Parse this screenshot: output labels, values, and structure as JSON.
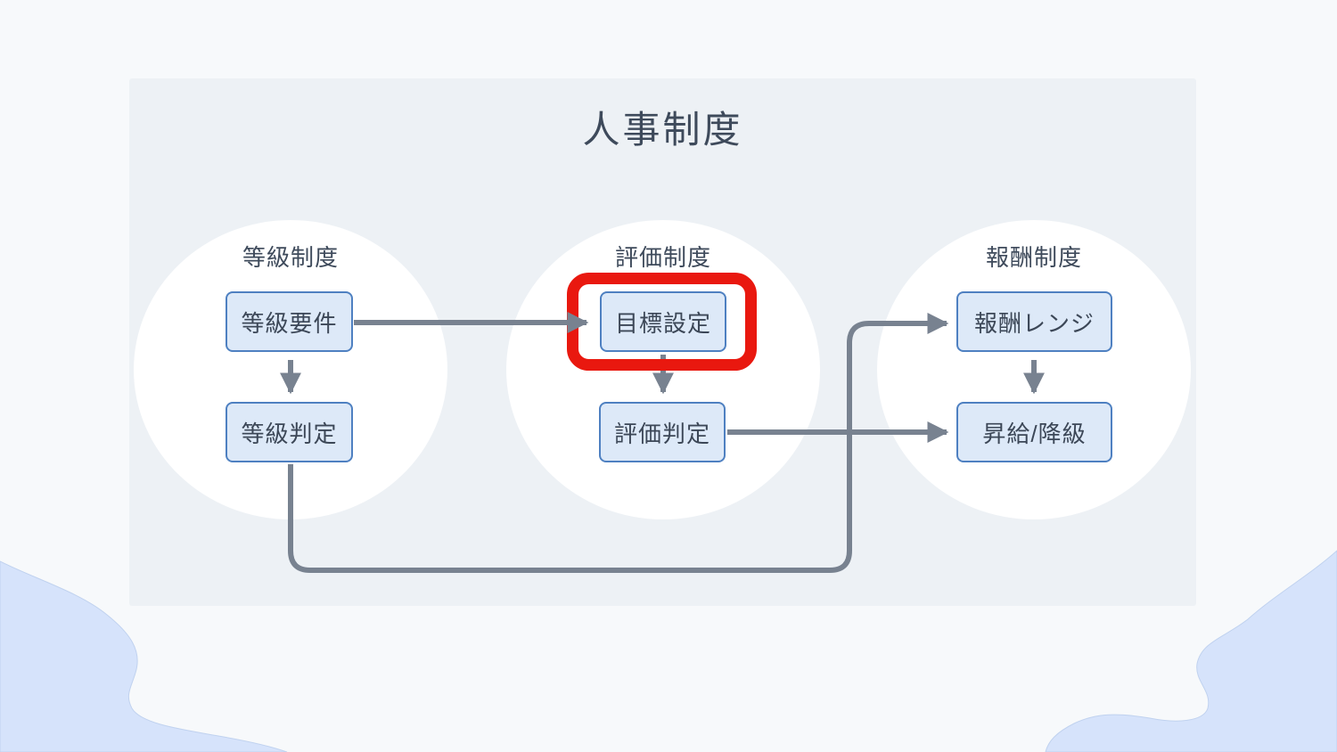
{
  "title": "人事制度",
  "sections": [
    {
      "heading": "等級制度",
      "top_box": "等級要件",
      "bottom_box": "等級判定"
    },
    {
      "heading": "評価制度",
      "top_box": "目標設定",
      "bottom_box": "評価判定"
    },
    {
      "heading": "報酬制度",
      "top_box": "報酬レンジ",
      "bottom_box": "昇給/降級"
    }
  ],
  "connections": [
    "等級要件 → 目標設定",
    "等級要件 → 等級判定",
    "目標設定 → 評価判定",
    "評価判定 → 昇給/降級",
    "報酬レンジ → 昇給/降級",
    "等級判定 → 報酬レンジ"
  ],
  "highlight": {
    "target": "目標設定",
    "color": "#e9180f"
  },
  "colors": {
    "background": "#f7f9fb",
    "panel": "#edf1f5",
    "circle": "#ffffff",
    "box_fill": "#dde9f8",
    "box_border": "#4e80c1",
    "arrow": "#788290",
    "text": "#3e4a5b",
    "wave_blob": "#d6e3fb"
  }
}
